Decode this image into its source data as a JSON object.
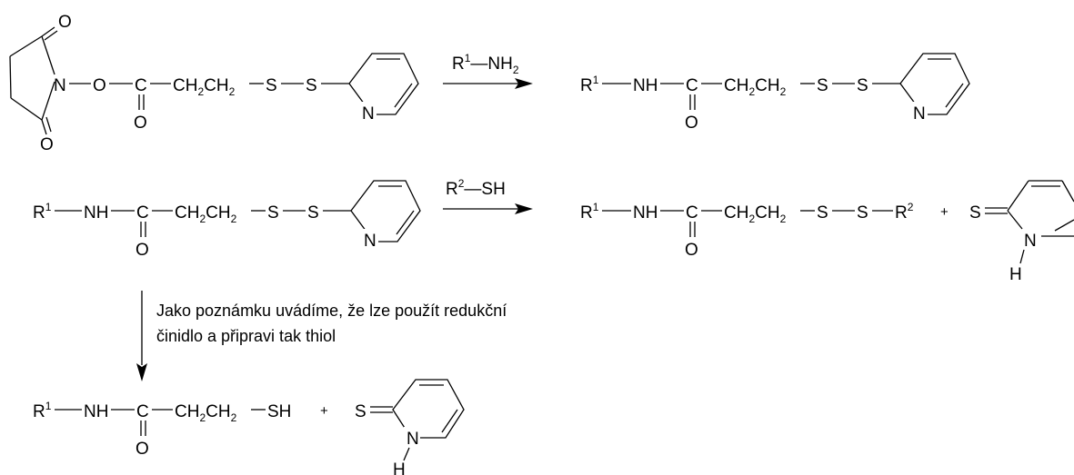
{
  "scheme": {
    "row1": {
      "succinimide_o_top": "O",
      "succinimide_n": "N",
      "succinimide_o_bottom": "O",
      "linker_o": "O",
      "carbonyl_c": "C",
      "carbonyl_o": "O",
      "ch2": "CH",
      "sub2": "2",
      "s": "S",
      "pyridine_n": "N",
      "reagent_r": "R",
      "reagent_sup": "1",
      "reagent_nh": "NH",
      "reagent_sub": "2",
      "product_r": "R",
      "product_sup": "1",
      "product_nh": "NH"
    },
    "row2": {
      "start_r": "R",
      "start_sup": "1",
      "start_nh": "NH",
      "reagent_r": "R",
      "reagent_sup": "2",
      "reagent_sh": "SH",
      "product_r2": "R",
      "product_r2_sup": "2",
      "plus": "+",
      "thione_s": "S",
      "thione_n": "N",
      "thione_h": "H"
    },
    "note": {
      "line1": "Jako poznámku uvádíme, že lze použít redukční",
      "line2": "činidlo a připravi tak thiol"
    },
    "row3": {
      "sh": "SH",
      "plus": "+"
    }
  }
}
